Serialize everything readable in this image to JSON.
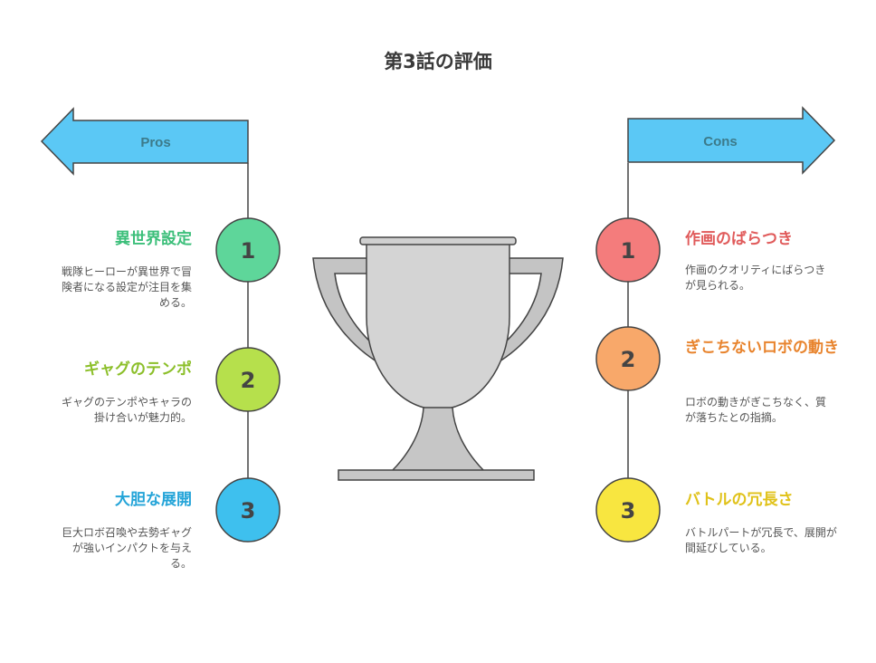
{
  "title": "第3話の評価",
  "pros": {
    "label": "Pros",
    "color": "#5bc8f5",
    "items": [
      {
        "num": "1",
        "title": "異世界設定",
        "desc": "戦隊ヒーローが異世界で冒険者になる設定が注目を集める。",
        "color": "#5ed69a",
        "title_color": "#3cbf7a"
      },
      {
        "num": "2",
        "title": "ギャグのテンポ",
        "desc": "ギャグのテンポやキャラの掛け合いが魅力的。",
        "color": "#b6e04c",
        "title_color": "#8cbf2a"
      },
      {
        "num": "3",
        "title": "大胆な展開",
        "desc": "巨大ロボ召喚や去勢ギャグが強いインパクトを与える。",
        "color": "#3ec0ee",
        "title_color": "#24a4d8"
      }
    ]
  },
  "cons": {
    "label": "Cons",
    "color": "#5bc8f5",
    "items": [
      {
        "num": "1",
        "title": "作画のばらつき",
        "desc": "作画のクオリティにばらつきが見られる。",
        "color": "#f47c7c",
        "title_color": "#e05a5a"
      },
      {
        "num": "2",
        "title": "ぎこちないロボの動き",
        "desc": "ロボの動きがぎこちなく、質が落ちたとの指摘。",
        "color": "#f8a86a",
        "title_color": "#e8842e"
      },
      {
        "num": "3",
        "title": "バトルの冗長さ",
        "desc": "バトルパートが冗長で、展開が間延びしている。",
        "color": "#f8e640",
        "title_color": "#e0c21a"
      }
    ]
  }
}
